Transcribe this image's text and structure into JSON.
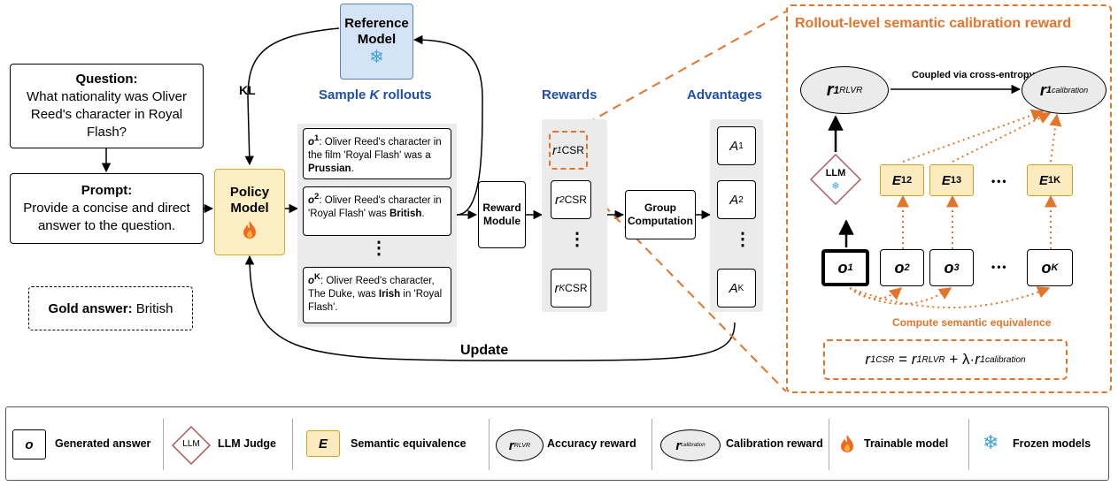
{
  "question": {
    "label": "Question:",
    "text": "What nationality was Oliver Reed's character in Royal Flash?"
  },
  "prompt": {
    "label": "Prompt:",
    "text": "Provide a concise and direct answer to the question."
  },
  "gold": {
    "label": "Gold answer:",
    "value": "British"
  },
  "policy_model": {
    "label": "Policy Model"
  },
  "reference_model": {
    "label": "Reference Model"
  },
  "kl_label": "KL",
  "update_label": "Update",
  "sample_title": {
    "pre": "Sample ",
    "var": "K",
    "post": " rollouts"
  },
  "rollouts": [
    {
      "id": "o",
      "sup": "1",
      "text_a": ": Oliver Reed's character in the film 'Royal Flash' was a ",
      "bold": "Prussian",
      "text_b": "."
    },
    {
      "id": "o",
      "sup": "2",
      "text_a": ": Oliver Reed's character in 'Royal Flash' was ",
      "bold": "British",
      "text_b": "."
    },
    {
      "id": "o",
      "sup": "K",
      "text_a": ": Oliver Reed's character, The Duke, was ",
      "bold": "Irish",
      "text_b": " in 'Royal Flash'."
    }
  ],
  "vdots": "⋮",
  "reward_module": "Reward Module",
  "rewards_title": "Rewards",
  "rewards": [
    {
      "base": "r",
      "sup": "1",
      "sub": "CSR"
    },
    {
      "base": "r",
      "sup": "2",
      "sub": "CSR"
    },
    {
      "base": "r",
      "sup": "K",
      "sub": "CSR"
    }
  ],
  "group_computation": "Group Computation",
  "advantages_title": "Advantages",
  "advantages": [
    {
      "base": "A",
      "sup": "1"
    },
    {
      "base": "A",
      "sup": "2"
    },
    {
      "base": "A",
      "sup": "K"
    }
  ],
  "panel": {
    "title": "Rollout-level semantic calibration reward",
    "coupled_label": "Coupled via cross-entropy",
    "r_rlvr": {
      "base": "r",
      "sup": "1",
      "sub": "RLVR"
    },
    "r_cal": {
      "base": "r",
      "sup": "1",
      "sub": "calibration"
    },
    "llm": "LLM",
    "e_boxes": [
      {
        "base": "E",
        "sup": "12"
      },
      {
        "base": "E",
        "sup": "13"
      },
      {
        "base": "E",
        "sup": "1K"
      }
    ],
    "o_boxes": [
      {
        "base": "o",
        "sup": "1"
      },
      {
        "base": "o",
        "sup": "2"
      },
      {
        "base": "o",
        "sup": "3"
      },
      {
        "base": "o",
        "sup": "K"
      }
    ],
    "ellipsis": "•••",
    "semantic_label": "Compute semantic equivalence",
    "formula": {
      "lhs_base": "r",
      "lhs_sup": "1",
      "lhs_sub": "CSR",
      "eq": " = ",
      "t1_base": "r",
      "t1_sup": "1",
      "t1_sub": "RLVR",
      "plus": " + λ·",
      "t2_base": "r",
      "t2_sup": "1",
      "t2_sub": "calibration"
    }
  },
  "legend": {
    "o_symbol": "o",
    "o_label": "Generated answer",
    "llm_symbol": "LLM",
    "llm_label": "LLM Judge",
    "e_symbol": "E",
    "e_label": "Semantic equivalence",
    "rlvr_symbol": "r",
    "rlvr_sub": "RLVR",
    "rlvr_label": "Accuracy reward",
    "cal_symbol": "r",
    "cal_sub": "calibration",
    "cal_label": "Calibration reward",
    "trainable_label": "Trainable model",
    "frozen_label": "Frozen models"
  },
  "colors": {
    "orange": "#e3742a",
    "blue_title": "#1f4fa8",
    "policy_fill": "#fbeec3",
    "reference_fill": "#d5e3f7",
    "e_fill": "#fdebc0",
    "llm_border": "#b8575a"
  }
}
